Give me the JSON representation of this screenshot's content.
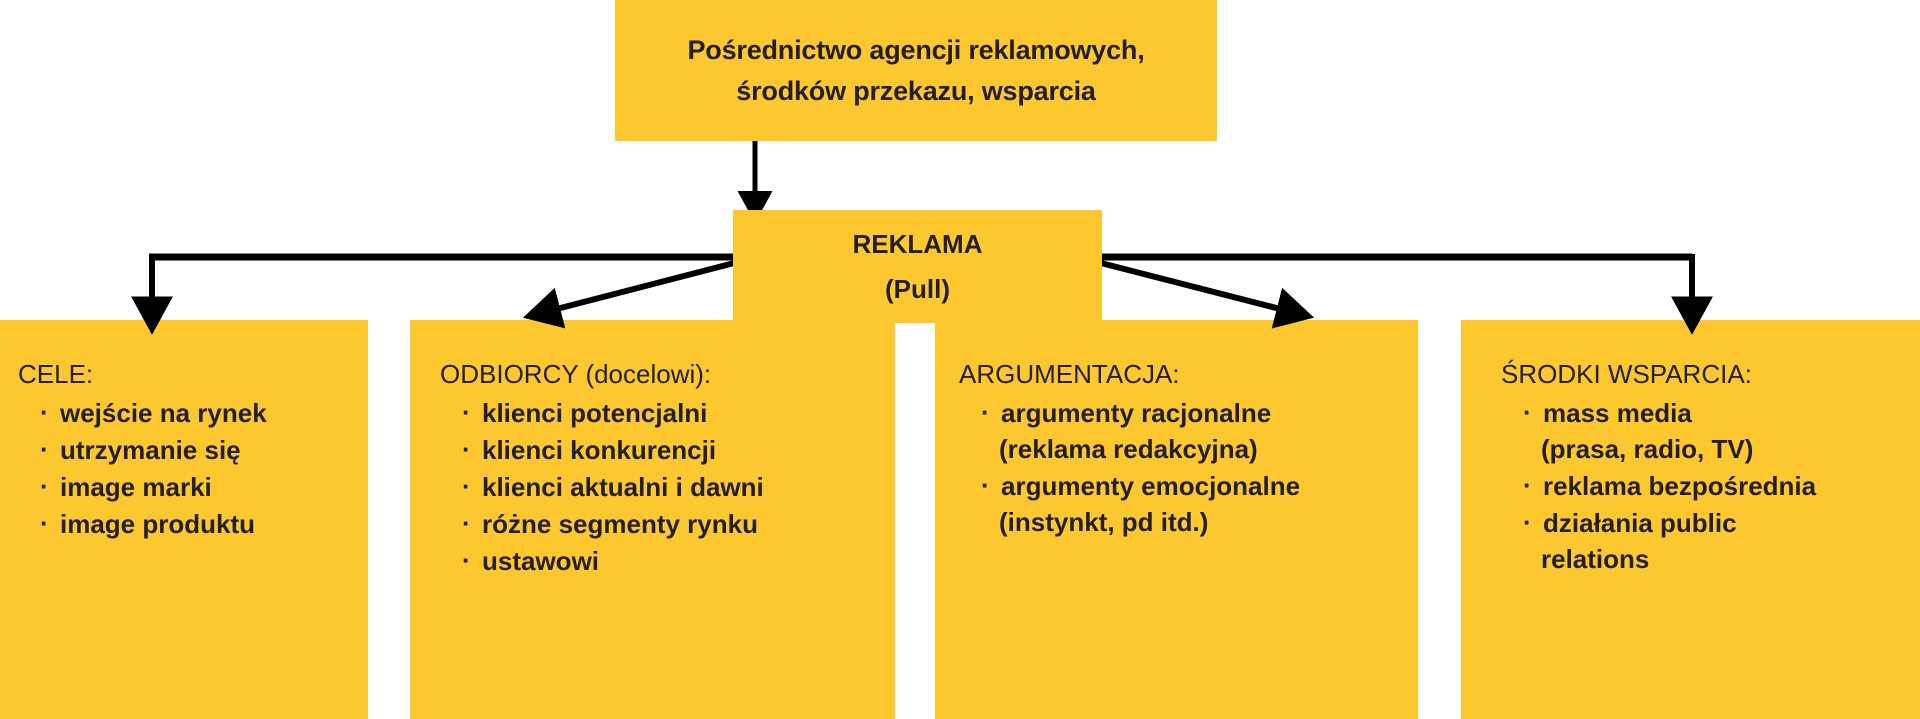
{
  "diagram": {
    "title_box": {
      "line1": "Pośrednictwo agencji reklamowych,",
      "line2": "środków przekazu, wsparcia"
    },
    "center_box": {
      "line1": "REKLAMA",
      "line2": "(Pull)"
    },
    "leaf_boxes": [
      {
        "id": "cele",
        "title": "CELE:",
        "items": [
          {
            "line1": "wejście na rynek"
          },
          {
            "line1": "utrzymanie się"
          },
          {
            "line1": "image marki"
          },
          {
            "line1": "image produktu"
          }
        ]
      },
      {
        "id": "odbiorcy",
        "title": "ODBIORCY (docelowi):",
        "items": [
          {
            "line1": "klienci potencjalni"
          },
          {
            "line1": "klienci konkurencji"
          },
          {
            "line1": "klienci aktualni i dawni"
          },
          {
            "line1": "różne segmenty rynku"
          },
          {
            "line1": "ustawowi"
          }
        ]
      },
      {
        "id": "argumentacja",
        "title": "ARGUMENTACJA:",
        "items": [
          {
            "line1": "argumenty racjonalne",
            "line2": "(reklama redakcyjna)"
          },
          {
            "line1": "argumenty emocjonalne",
            "line2": "(instynkt, pd itd.)"
          }
        ]
      },
      {
        "id": "srodki-wsparcia",
        "title": "ŚRODKI WSPARCIA:",
        "items": [
          {
            "line1": "mass media",
            "line2": "(prasa, radio, TV)"
          },
          {
            "line1": "reklama bezpośrednia"
          },
          {
            "line1": "działania public",
            "line2": "relations"
          }
        ]
      }
    ],
    "colors": {
      "box_fill": "#fcc72f",
      "text": "#231f20",
      "connector": "#000000",
      "background": "#ffffff"
    }
  }
}
